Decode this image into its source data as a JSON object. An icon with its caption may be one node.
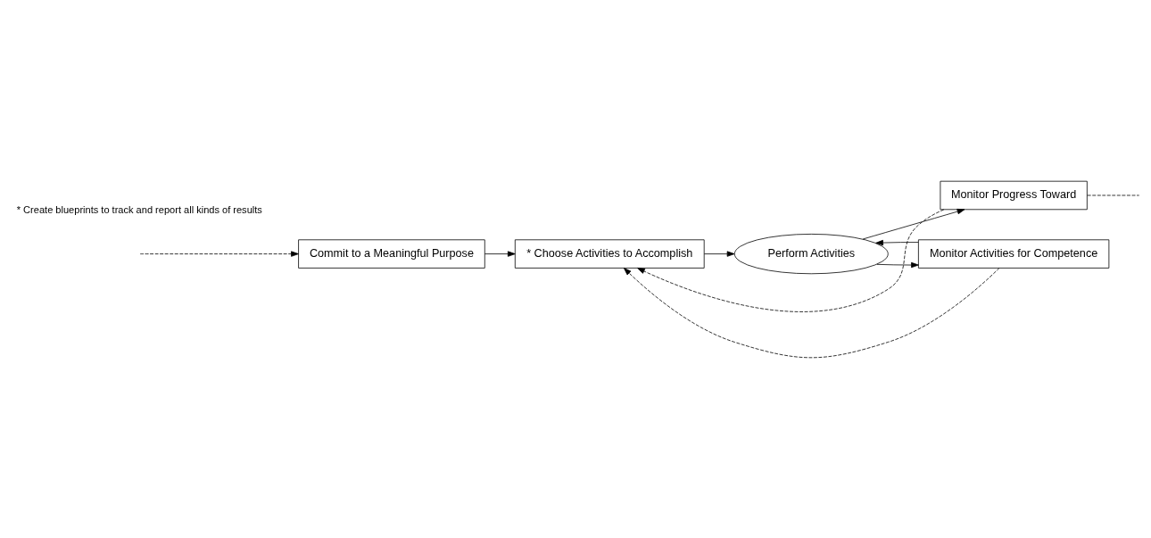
{
  "diagram": {
    "nodes": [
      {
        "text": [
          "Commit to a Meaningful Purpose"
        ]
      },
      {
        "text": [
          "* Choose Activities to Accomplish"
        ]
      },
      {
        "text": [
          "Perform Activities"
        ]
      },
      {
        "text": [
          "Monitor Progress Toward"
        ]
      },
      {
        "text": [
          "Monitor Activities for Competence"
        ]
      }
    ],
    "edges": [
      {
        "from": 0,
        "to": 1,
        "arrow": "to"
      },
      {
        "from": 1,
        "to": 2,
        "arrow": "to"
      },
      {
        "from": 2,
        "to": 3,
        "arrow": "to"
      },
      {
        "from": 2,
        "to": 4,
        "arrow": "to"
      },
      {
        "from": 4,
        "to": 2,
        "arrow": "to"
      },
      {
        "from": 4,
        "to": 1,
        "arrow": "to",
        "style": "dashed"
      },
      {
        "from": 3,
        "to": 1,
        "arrow": "to",
        "style": "dashed"
      },
      {
        "from": null,
        "to": 0,
        "arrow": "to",
        "style": "dashed"
      },
      {
        "from": 3,
        "to": null,
        "arrow": "none",
        "style": "dashed"
      }
    ],
    "labels": [
      "* Create blueprints to track and report all kinds of results"
    ]
  }
}
